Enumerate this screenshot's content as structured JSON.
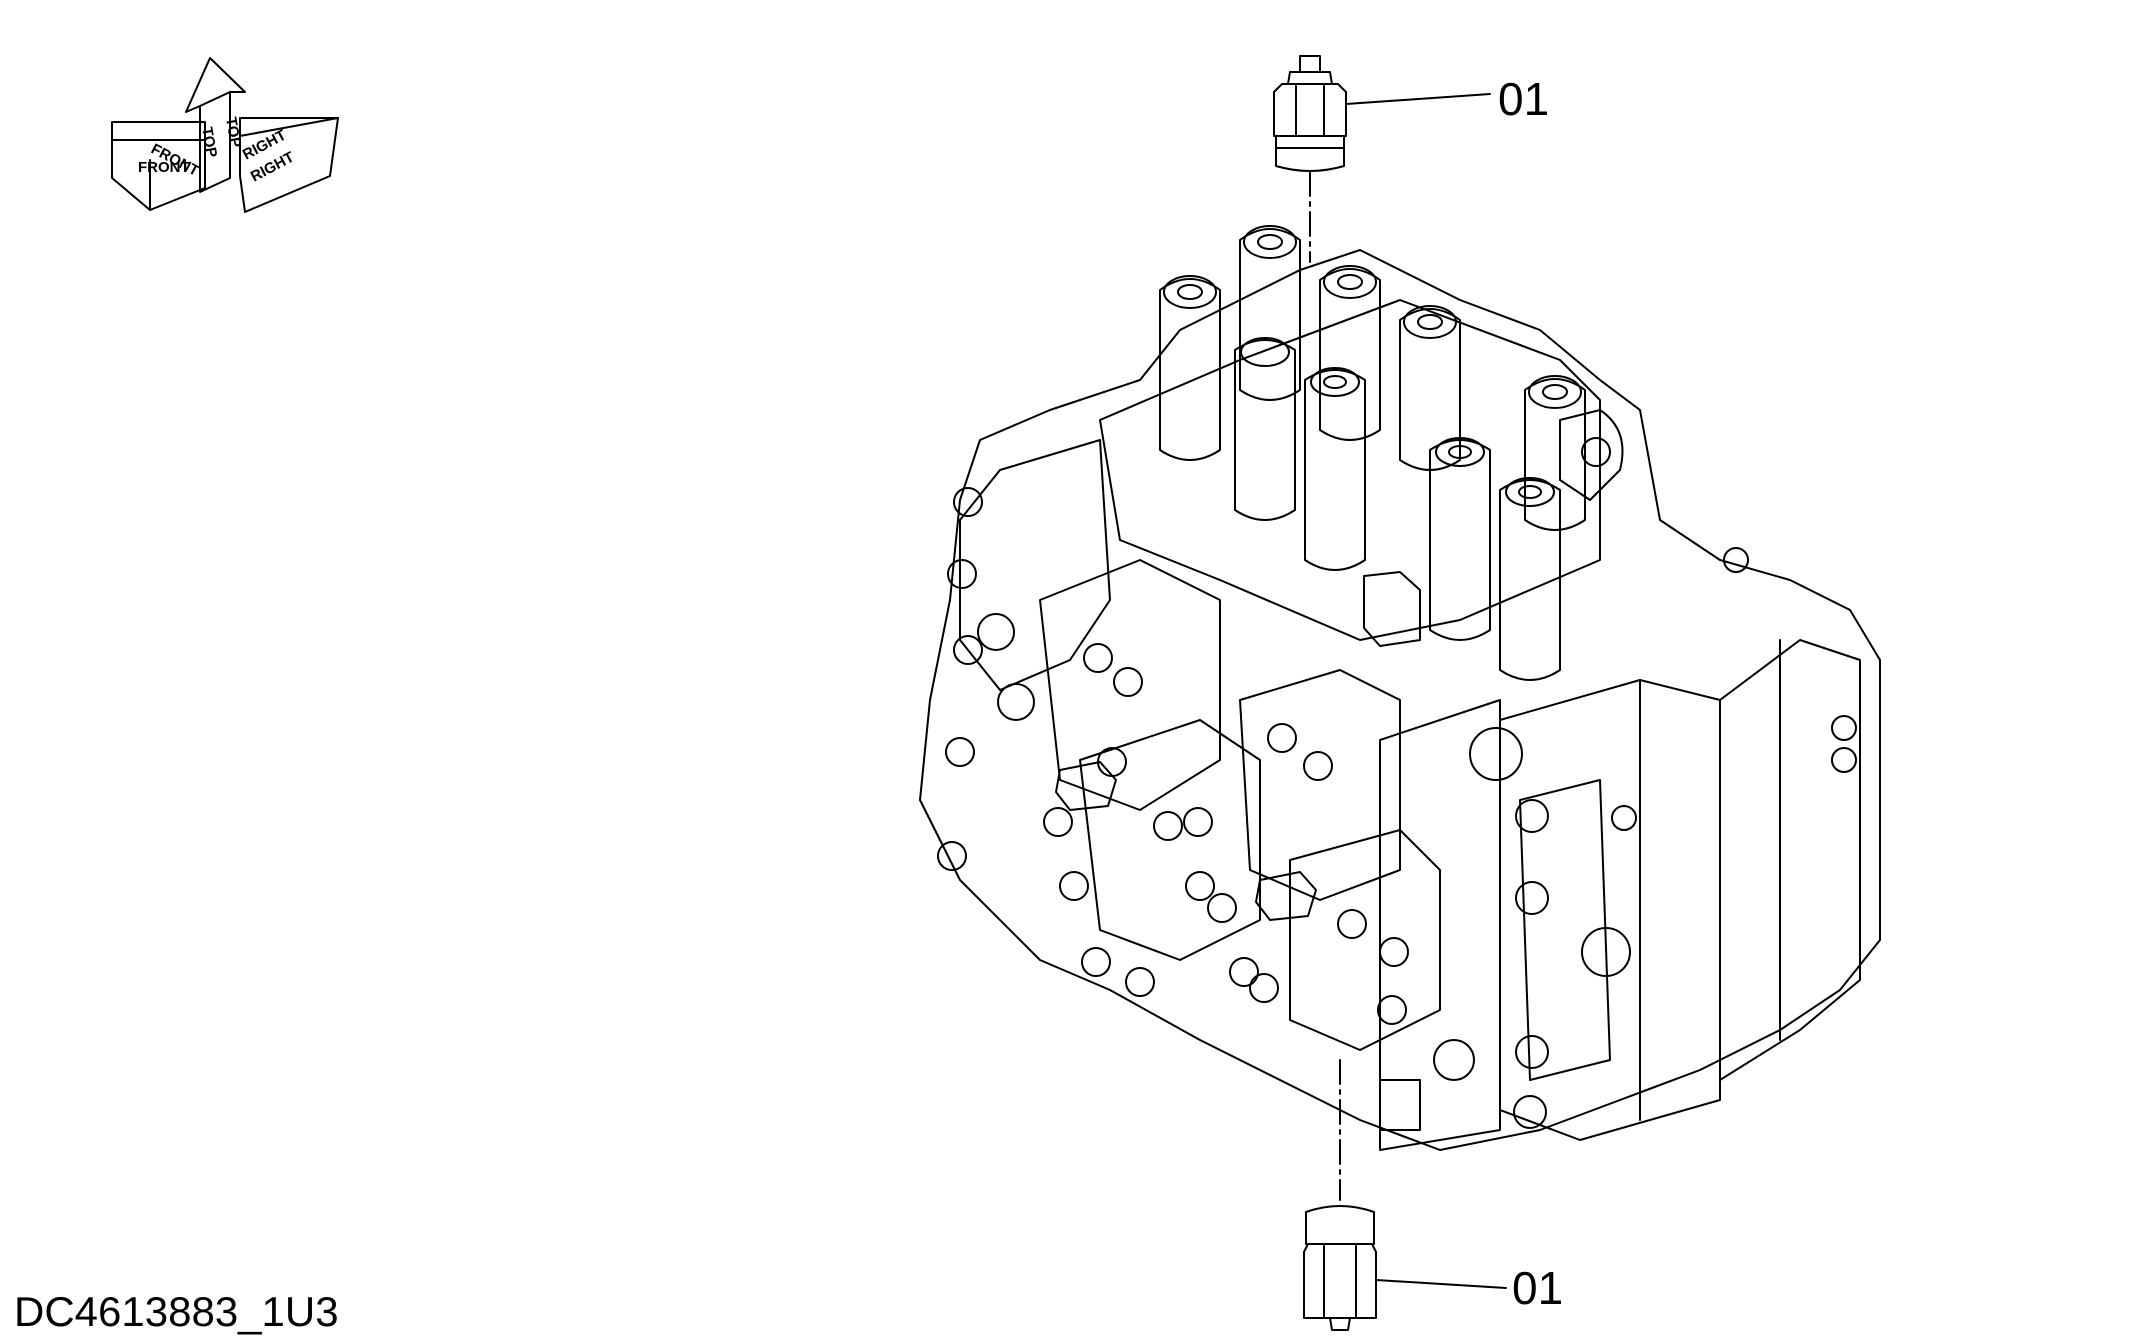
{
  "orientation": {
    "front": "FRONT",
    "top": "TOP",
    "right": "RIGHT"
  },
  "callouts": [
    {
      "label": "01"
    },
    {
      "label": "01"
    }
  ],
  "drawing_id": "DC4613883_1U3"
}
